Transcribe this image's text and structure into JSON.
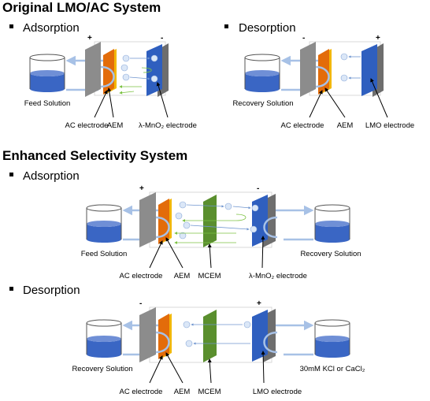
{
  "sections": {
    "original_title": "Original LMO/AC System",
    "enhanced_title": "Enhanced Selectivity System"
  },
  "panels": {
    "p1": {
      "heading": "Adsorption",
      "tank_label": "Feed Solution",
      "left_sign": "+",
      "right_sign": "-",
      "left_electrode_label": "AC electrode",
      "membrane_label": "AEM",
      "right_electrode_label": "λ-MnO₂ electrode"
    },
    "p2": {
      "heading": "Desorption",
      "tank_label": "Recovery Solution",
      "left_sign": "-",
      "right_sign": "+",
      "left_electrode_label": "AC electrode",
      "membrane_label": "AEM",
      "right_electrode_label": "LMO electrode"
    },
    "p3": {
      "heading": "Adsorption",
      "left_tank_label": "Feed Solution",
      "right_tank_label": "Recovery Solution",
      "left_sign": "+",
      "right_sign": "-",
      "left_electrode_label": "AC electrode",
      "membrane_label": "AEM",
      "cem_label": "MCEM",
      "right_electrode_label": "λ-MnO₂ electrode"
    },
    "p4": {
      "heading": "Desorption",
      "left_tank_label": "Recovery Solution",
      "right_tank_label": "30mM KCl or CaCl₂",
      "left_sign": "-",
      "right_sign": "+",
      "left_electrode_label": "AC electrode",
      "membrane_label": "AEM",
      "cem_label": "MCEM",
      "right_electrode_label": "LMO electrode"
    }
  },
  "colors": {
    "gray_plate": "#8c8c8c",
    "orange_plate": "#e36c0a",
    "yellow_edge": "#f2b705",
    "blue_plate": "#2f5fbf",
    "green_plate": "#5a8f2e",
    "liquid": "#3a66c4",
    "flow_arrow": "#a7c1e6",
    "ion_bubble": "#dbe7f7",
    "green_arrow": "#7cc242"
  }
}
